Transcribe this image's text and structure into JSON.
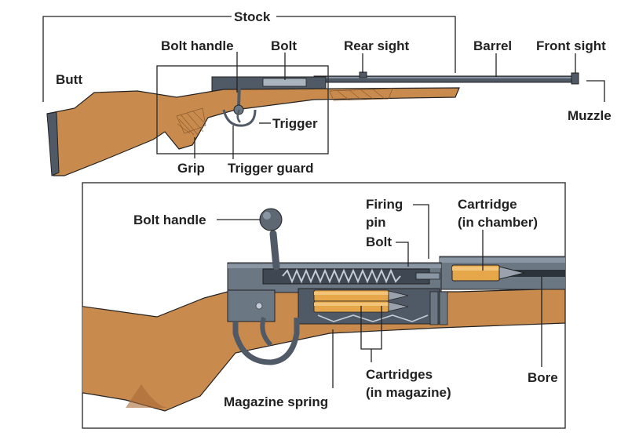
{
  "top_labels": {
    "stock": "Stock",
    "bolt_handle": "Bolt handle",
    "bolt": "Bolt",
    "rear_sight": "Rear sight",
    "barrel": "Barrel",
    "front_sight": "Front sight",
    "butt": "Butt",
    "muzzle": "Muzzle",
    "trigger": "Trigger",
    "grip": "Grip",
    "trigger_guard": "Trigger guard"
  },
  "bottom_labels": {
    "bolt_handle": "Bolt handle",
    "firing_pin_line1": "Firing",
    "firing_pin_line2": "pin",
    "bolt": "Bolt",
    "cartridge_chamber_line1": "Cartridge",
    "cartridge_chamber_line2": "(in chamber)",
    "cartridges_magazine_line1": "Cartridges",
    "cartridges_magazine_line2": "(in magazine)",
    "bore": "Bore",
    "magazine_spring": "Magazine spring"
  },
  "colors": {
    "wood": "#c98a4e",
    "wood_dark": "#a86a35",
    "metal": "#4f5a66",
    "metal_light": "#8a96a3",
    "metal_mid": "#6b7783",
    "brass": "#e6a64a",
    "brass_light": "#f2c47a",
    "line": "#222222"
  }
}
